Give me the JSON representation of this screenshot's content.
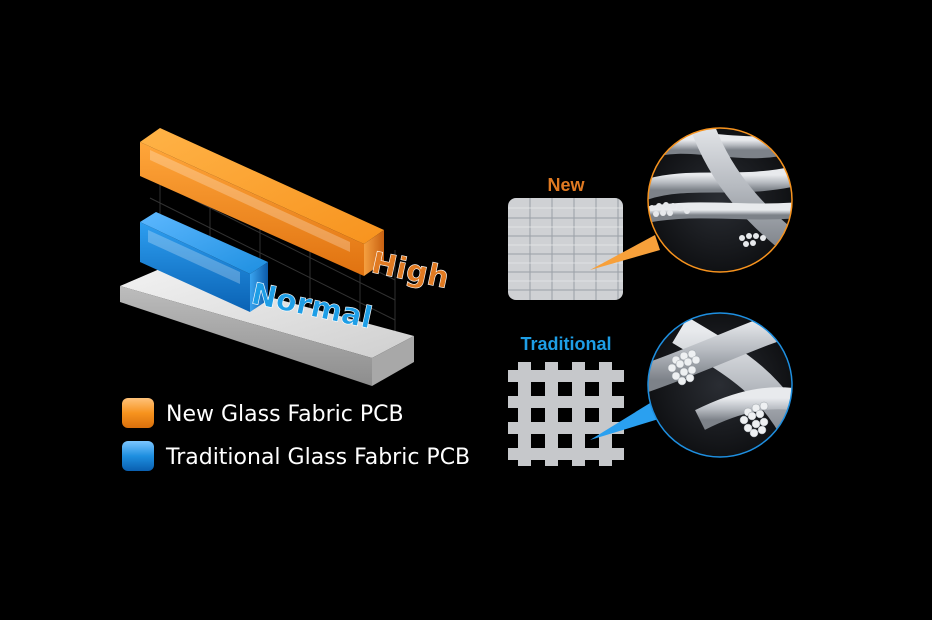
{
  "colors": {
    "background": "#000000",
    "new": "#f7931e",
    "traditional": "#1e8fe0",
    "new_label": "#e07a22",
    "traditional_label": "#1e9ee6",
    "fiber": "#c9ccd1"
  },
  "comparison": {
    "high_label": "High",
    "normal_label": "Normal"
  },
  "legend": [
    {
      "label": "New Glass Fabric PCB",
      "color": "#f7931e"
    },
    {
      "label": "Traditional Glass Fabric PCB",
      "color": "#1e8fe0"
    }
  ],
  "weaves": {
    "new_title": "New",
    "traditional_title": "Traditional"
  }
}
